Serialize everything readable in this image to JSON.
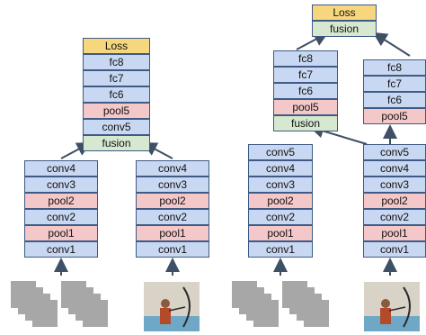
{
  "colors": {
    "conv": "#c9d8f2",
    "pool": "#f4c7c9",
    "fusion": "#d6e8cf",
    "loss": "#f7d77d",
    "border": "#3e5a85",
    "arrow": "#3f4f66"
  },
  "left_model": {
    "flow_stream": [
      "conv4",
      "conv3",
      "pool2",
      "conv2",
      "pool1",
      "conv1"
    ],
    "rgb_stream": [
      "conv4",
      "conv3",
      "pool2",
      "conv2",
      "pool1",
      "conv1"
    ],
    "head": [
      "Loss",
      "fc8",
      "fc7",
      "fc6",
      "pool5",
      "conv5",
      "fusion"
    ]
  },
  "right_model": {
    "top": [
      "Loss",
      "fusion"
    ],
    "flow_stream": [
      "fc8",
      "fc7",
      "fc6",
      "pool5",
      "fusion",
      "conv5",
      "conv4",
      "conv3",
      "pool2",
      "conv2",
      "pool1",
      "conv1"
    ],
    "rgb_stream": [
      "fc8",
      "fc7",
      "fc6",
      "pool5",
      "conv5",
      "conv4",
      "conv3",
      "pool2",
      "conv2",
      "pool1",
      "conv1"
    ]
  }
}
